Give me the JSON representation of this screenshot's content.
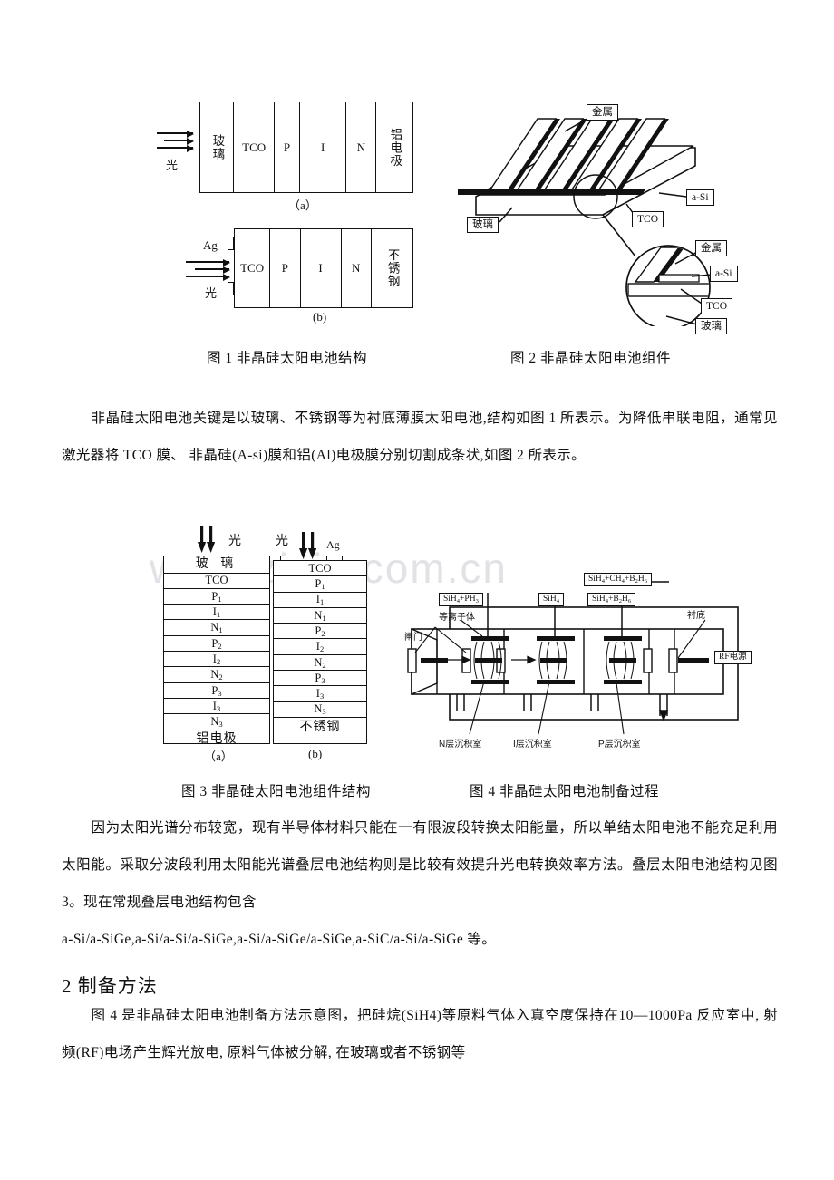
{
  "document": {
    "watermark": "www.zixin.com.cn"
  },
  "figure1": {
    "caption": "图 1  非晶硅太阳电池结构",
    "panel_a": {
      "sublabel": "（a）",
      "light_label": "光",
      "layers": [
        "玻璃",
        "TCO",
        "P",
        "I",
        "N",
        "铝电极"
      ]
    },
    "panel_b": {
      "sublabel": "(b)",
      "light_label": "光",
      "ag_label": "Ag",
      "layers": [
        "TCO",
        "P",
        "I",
        "N",
        "不锈钢"
      ]
    }
  },
  "figure2": {
    "caption": "图 2  非晶硅太阳电池组件",
    "labels_top": [
      "金属",
      "a-Si",
      "TCO",
      "玻璃"
    ],
    "labels_detail": [
      "金属",
      "a-Si",
      "TCO",
      "玻璃"
    ]
  },
  "figure3": {
    "caption": "图 3 非晶硅太阳电池组件结构",
    "panel_a": {
      "sublabel": "（a）",
      "light_label": "光",
      "layers": [
        "玻  璃",
        "TCO",
        "P1",
        "I1",
        "N1",
        "P2",
        "I2",
        "N2",
        "P3",
        "I3",
        "N3",
        "铝电极"
      ]
    },
    "panel_b": {
      "sublabel": "(b)",
      "light_label": "光",
      "ag_label": "Ag",
      "layers": [
        "TCO",
        "P1",
        "I1",
        "N1",
        "P2",
        "I2",
        "N2",
        "P3",
        "I3",
        "N3",
        "不锈钢"
      ]
    }
  },
  "figure4": {
    "caption": "图 4  非晶硅太阳电池制备过程",
    "gas_boxes": [
      "SiH4+PH3",
      "SiH4",
      "SiH4+B2H6",
      "SiH4+CH4+B2H6"
    ],
    "labels": {
      "plasma": "等离子体",
      "gate": "闸门",
      "substrate": "衬底",
      "rf_power": "RF电源"
    },
    "chambers": [
      "N层沉积室",
      "I层沉积室",
      "P层沉积室"
    ]
  },
  "body": {
    "para1": "非晶硅太阳电池关键是以玻璃、不锈钢等为衬底薄膜太阳电池,结构如图 1 所表示。为降低串联电阻，通常见激光器将 TCO 膜、 非晶硅(A-si)膜和铝(Al)电极膜分别切割成条状,如图 2 所表示。",
    "para2": "因为太阳光谱分布较宽，现有半导体材料只能在一有限波段转换太阳能量，所以单结太阳电池不能充足利用太阳能。采取分波段利用太阳能光谱叠层电池结构则是比较有效提升光电转换效率方法。叠层太阳电池结构见图 3。现在常规叠层电池结构包含",
    "para3": "a-Si/a-SiGe,a-Si/a-Si/a-SiGe,a-Si/a-SiGe/a-SiGe,a-SiC/a-Si/a-SiGe 等。",
    "heading2": "2 制备方法",
    "para4": "图 4 是非晶硅太阳电池制备方法示意图，把硅烷(SiH4)等原料气体入真空度保持在10—1000Pa 反应室中, 射频(RF)电场产生辉光放电, 原料气体被分解, 在玻璃或者不锈钢等"
  }
}
